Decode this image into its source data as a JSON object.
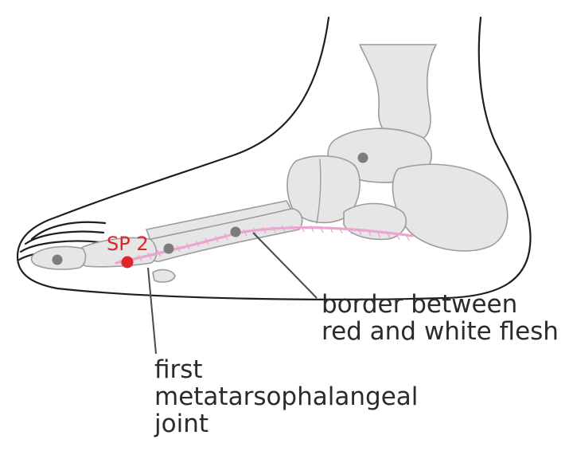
{
  "point_name": "SP 2",
  "labels": {
    "border_line1": "border between",
    "border_line2": "red and white flesh",
    "joint_line1": "first",
    "joint_line2": "metatarsophalangeal",
    "joint_line3": "joint"
  },
  "colors": {
    "acupoint": "#e0242b",
    "reference_point": "#7c7c7c",
    "flesh_border": "#e9a6cf",
    "bone": "#e6e6e6",
    "outline": "#1f1f1f",
    "label_text": "#2b2b2b"
  }
}
